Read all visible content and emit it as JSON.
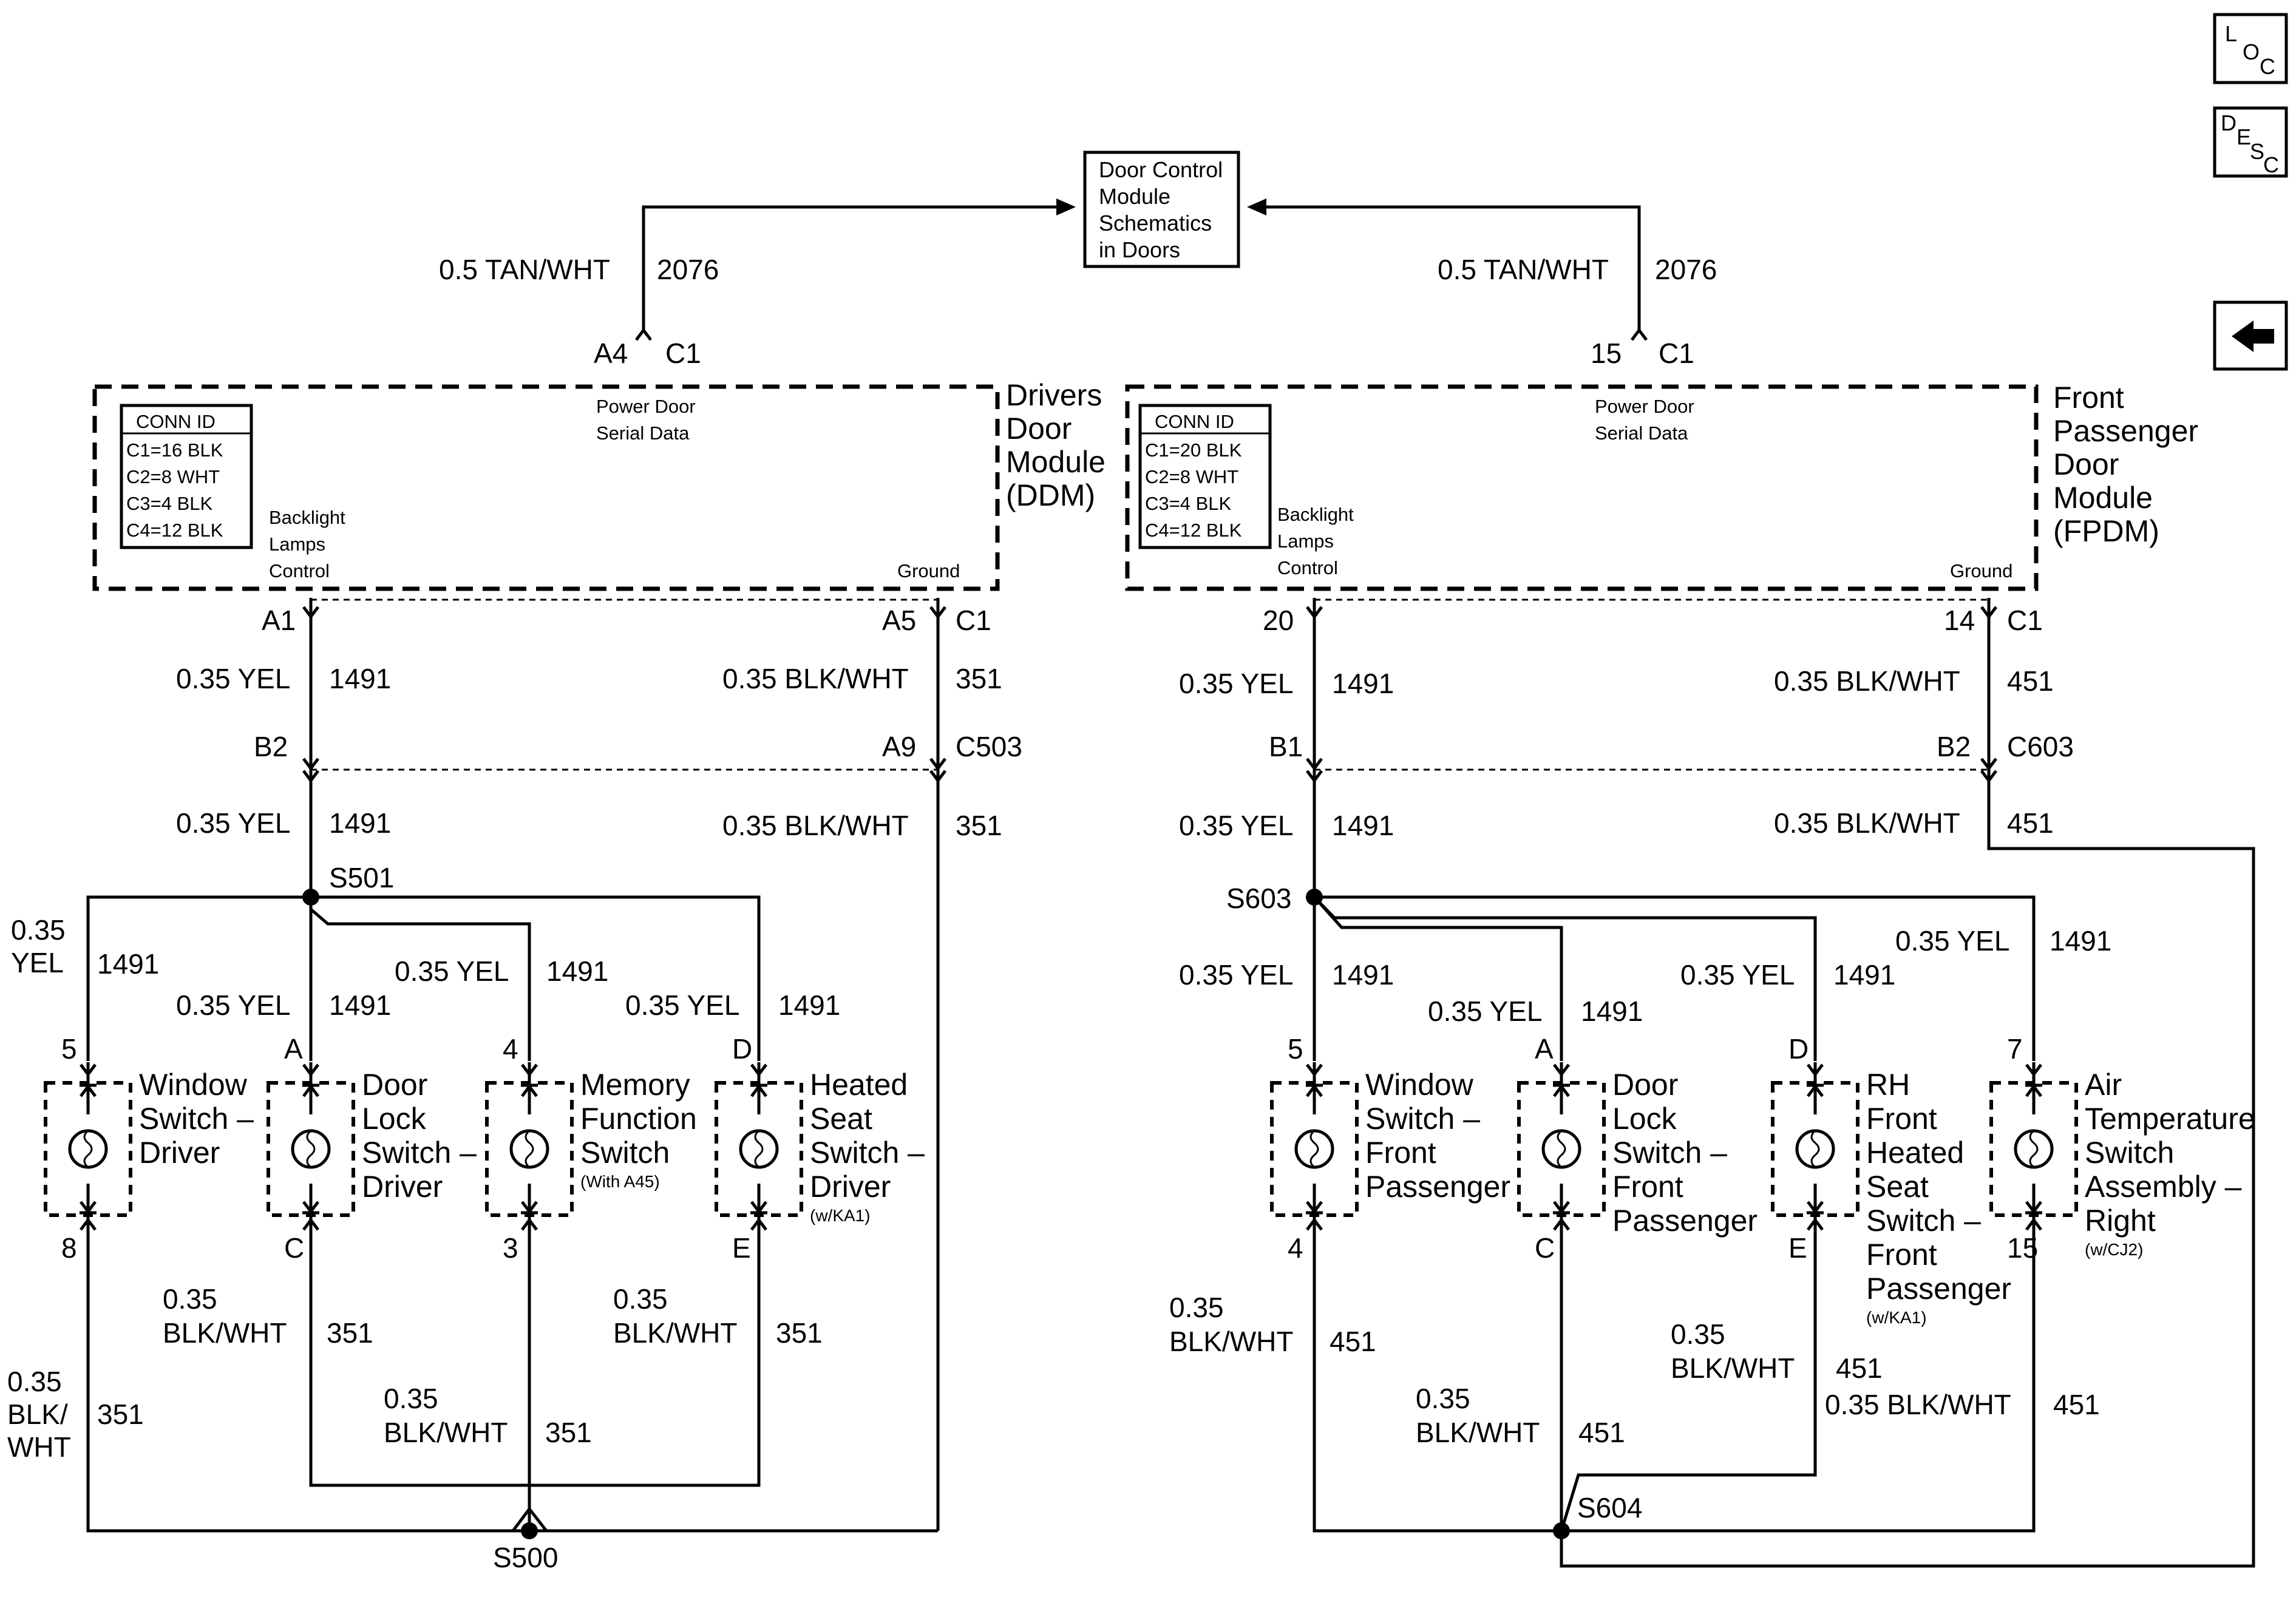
{
  "top_box": {
    "lines": [
      "Door Control",
      "Module",
      "Schematics",
      "in Doors"
    ]
  },
  "nav": {
    "loc": [
      "L",
      "O",
      "C"
    ],
    "desc": [
      "D",
      "E",
      "S",
      "C"
    ],
    "back_icon": "left-arrow-icon"
  },
  "ddm": {
    "name": [
      "Drivers",
      "Door",
      "Module",
      "(DDM)"
    ],
    "conn_id": [
      "CONN ID",
      "C1=16 BLK",
      "C2=8 WHT",
      "C3=4 BLK",
      "C4=12 BLK"
    ],
    "serial_label": [
      "Power Door",
      "Serial Data"
    ],
    "backlight_label": [
      "Backlight",
      "Lamps",
      "Control"
    ],
    "ground_label": "Ground",
    "top_wire": {
      "gauge": "0.5 TAN/WHT",
      "circuit": "2076",
      "pin": "A4",
      "conn": "C1"
    },
    "a1": "A1",
    "b2": "B2",
    "a5": "A5",
    "c1": "C1",
    "a9": "A9",
    "c503": "C503",
    "yel": "0.35 YEL",
    "c1491": "1491",
    "blkwht": "0.35 BLK/WHT",
    "c351": "351",
    "splice_top": "S501",
    "splice_bot": "S500",
    "switches": [
      {
        "pin_top": "5",
        "pin_bot": "8",
        "label": [
          "Window",
          "Switch –",
          "Driver"
        ],
        "note": ""
      },
      {
        "pin_top": "A",
        "pin_bot": "C",
        "label": [
          "Door",
          "Lock",
          "Switch –",
          "Driver"
        ],
        "note": ""
      },
      {
        "pin_top": "4",
        "pin_bot": "3",
        "label": [
          "Memory",
          "Function",
          "Switch"
        ],
        "note": "(With A45)"
      },
      {
        "pin_top": "D",
        "pin_bot": "E",
        "label": [
          "Heated",
          "Seat",
          "Switch –",
          "Driver"
        ],
        "note": "(w/KA1)"
      }
    ],
    "left_yel": [
      "0.35",
      "YEL"
    ],
    "left_blk": [
      "0.35",
      "BLK/",
      "WHT"
    ],
    "blk_stack": [
      "0.35",
      "BLK/WHT"
    ]
  },
  "fpdm": {
    "name": [
      "Front",
      "Passenger",
      "Door",
      "Module",
      "(FPDM)"
    ],
    "conn_id": [
      "CONN ID",
      "C1=20 BLK",
      "C2=8 WHT",
      "C3=4 BLK",
      "C4=12 BLK"
    ],
    "serial_label": [
      "Power Door",
      "Serial Data"
    ],
    "backlight_label": [
      "Backlight",
      "Lamps",
      "Control"
    ],
    "ground_label": "Ground",
    "top_wire": {
      "gauge": "0.5 TAN/WHT",
      "circuit": "2076",
      "pin": "15",
      "conn": "C1"
    },
    "p20": "20",
    "b1": "B1",
    "p14": "14",
    "c1": "C1",
    "b2": "B2",
    "c603": "C603",
    "yel": "0.35 YEL",
    "c1491": "1491",
    "blkwht": "0.35 BLK/WHT",
    "c451": "451",
    "splice_top": "S603",
    "splice_bot": "S604",
    "switches": [
      {
        "pin_top": "5",
        "pin_bot": "4",
        "label": [
          "Window",
          "Switch –",
          "Front",
          "Passenger"
        ],
        "note": ""
      },
      {
        "pin_top": "A",
        "pin_bot": "C",
        "label": [
          "Door",
          "Lock",
          "Switch –",
          "Front",
          "Passenger"
        ],
        "note": ""
      },
      {
        "pin_top": "D",
        "pin_bot": "E",
        "label": [
          "RH",
          "Front",
          "Heated",
          "Seat",
          "Switch –",
          "Front",
          "Passenger"
        ],
        "note": "(w/KA1)"
      },
      {
        "pin_top": "7",
        "pin_bot": "15",
        "label": [
          "Air",
          "Temperature",
          "Switch",
          "Assembly –",
          "Right"
        ],
        "note": "(w/CJ2)"
      }
    ],
    "blk_stack": [
      "0.35",
      "BLK/WHT"
    ]
  }
}
